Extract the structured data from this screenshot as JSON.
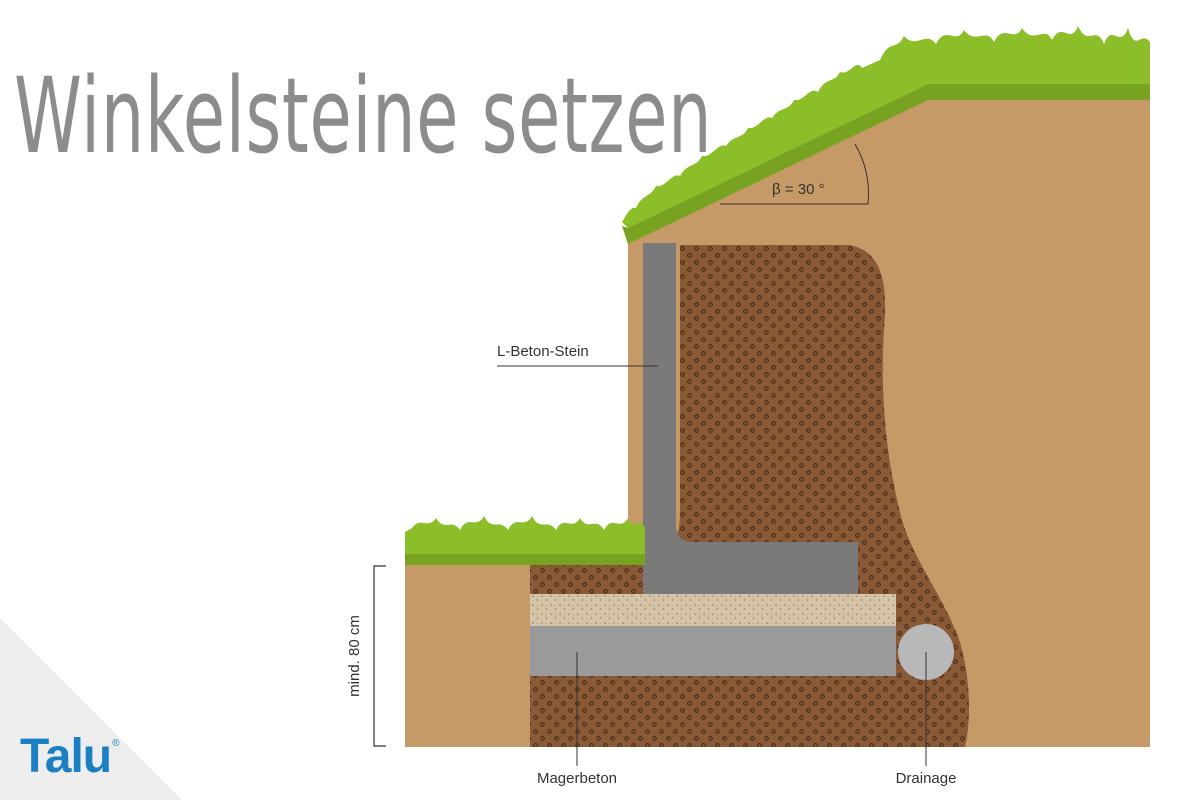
{
  "title": "Winkelsteine setzen",
  "labels": {
    "stone": "L-Beton-Stein",
    "angle": "β = 30 °",
    "depth": "mind. 80 cm",
    "lean_concrete": "Magerbeton",
    "drainage": "Drainage"
  },
  "brand": {
    "name": "Talu",
    "trademark": "®"
  },
  "slope_angle_deg": 30,
  "colors": {
    "soil": "#c69a67",
    "grass": "#8cbe2a",
    "gravel": "#8a5a36",
    "concrete": "#7a7a7a",
    "lean_concrete": "#9a9a9a",
    "sand": "#d6c4a8",
    "drain_pipe": "#b8b8b8",
    "title": "#8c8c8c",
    "brand": "#1b7fc4"
  }
}
